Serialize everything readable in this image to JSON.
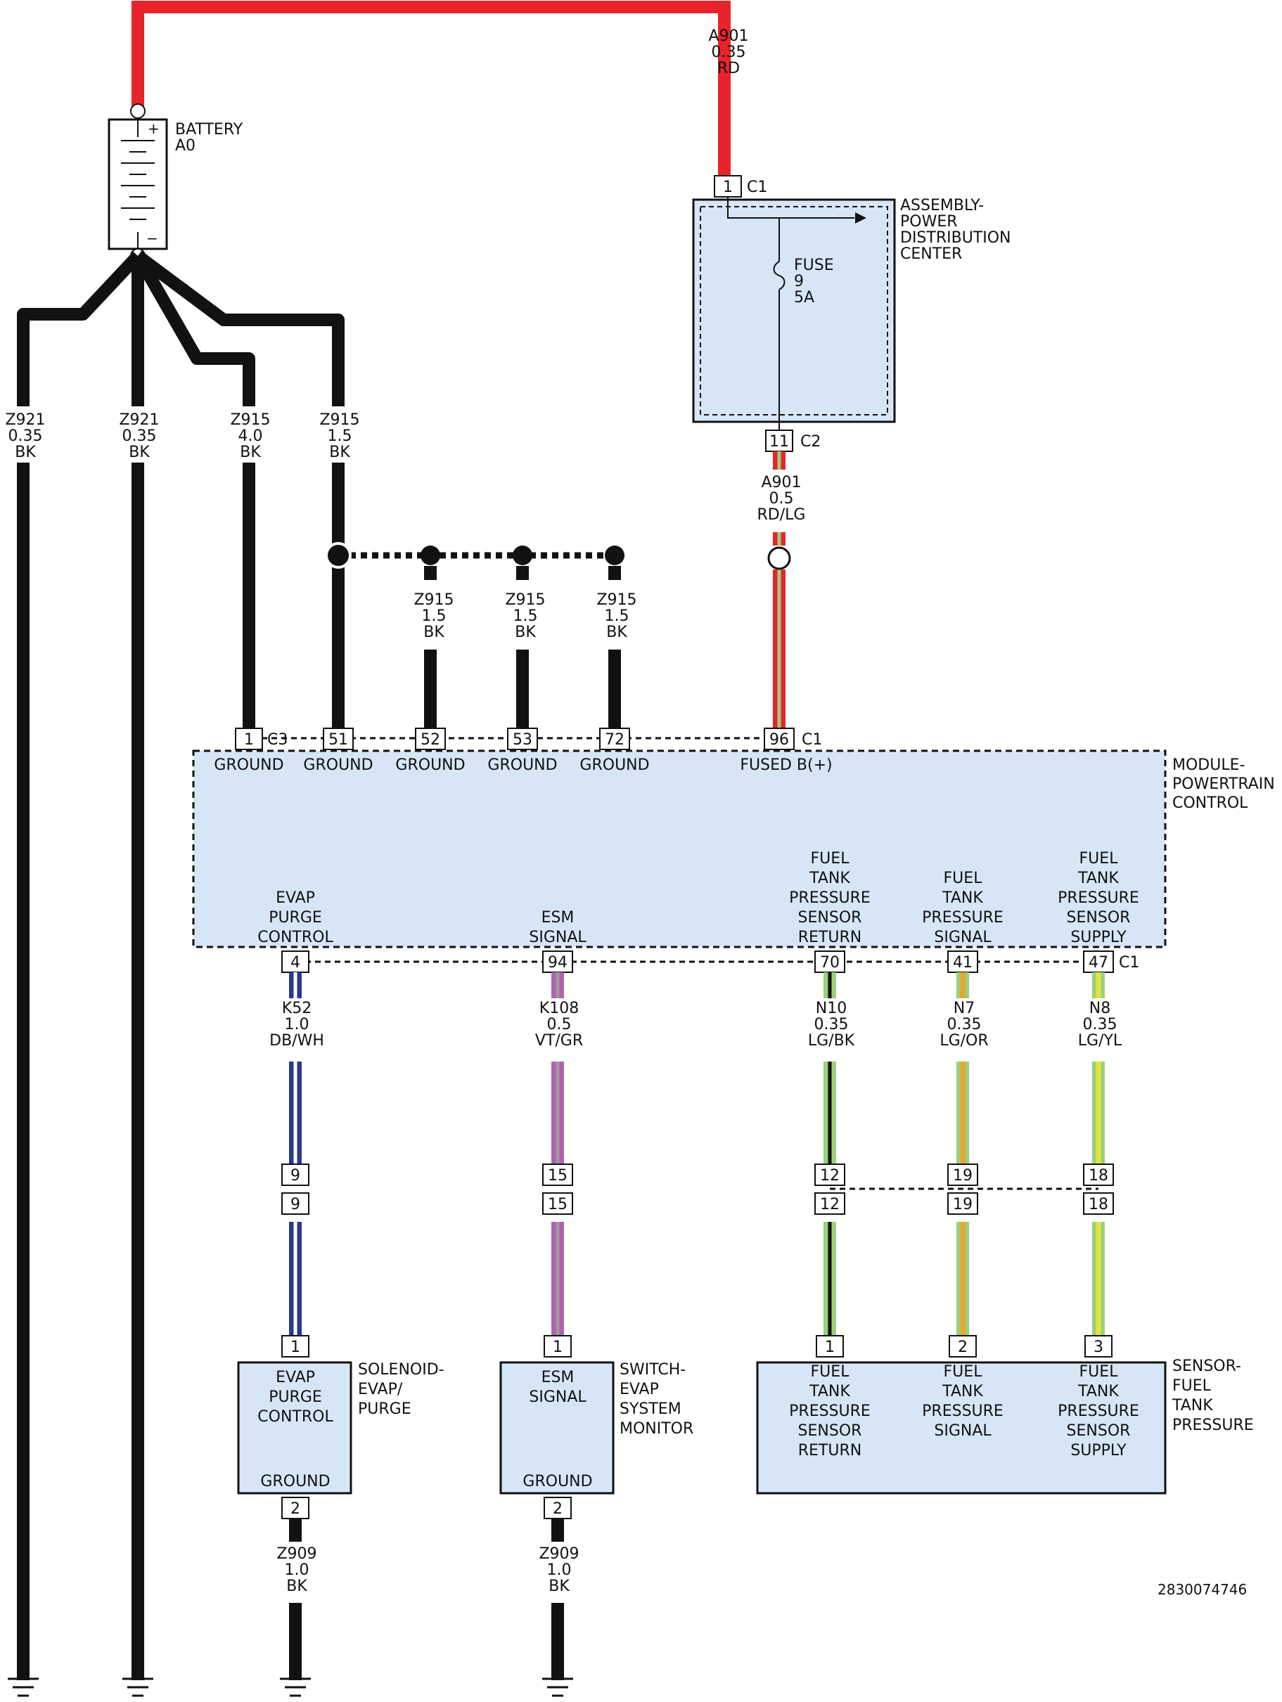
{
  "battery": {
    "name": "BATTERY",
    "id": "A0",
    "plus": "+",
    "minus": "−"
  },
  "top_wire": {
    "circuit": "A901",
    "gauge": "0.35",
    "color": "RD"
  },
  "pdc": {
    "name_lines": [
      "ASSEMBLY-",
      "POWER",
      "DISTRIBUTION",
      "CENTER"
    ],
    "fuse_lines": [
      "FUSE",
      "9",
      "5A"
    ],
    "in_pin": "1",
    "in_conn": "C1",
    "out_pin": "11",
    "out_conn": "C2"
  },
  "fused_wire": {
    "circuit": "A901",
    "gauge": "0.5",
    "color": "RD/LG"
  },
  "ground_wires": [
    {
      "circuit": "Z921",
      "gauge": "0.35",
      "color": "BK"
    },
    {
      "circuit": "Z921",
      "gauge": "0.35",
      "color": "BK"
    },
    {
      "circuit": "Z915",
      "gauge": "4.0",
      "color": "BK"
    },
    {
      "circuit": "Z915",
      "gauge": "1.5",
      "color": "BK"
    }
  ],
  "splice_wires": [
    {
      "circuit": "Z915",
      "gauge": "1.5",
      "color": "BK"
    },
    {
      "circuit": "Z915",
      "gauge": "1.5",
      "color": "BK"
    },
    {
      "circuit": "Z915",
      "gauge": "1.5",
      "color": "BK"
    }
  ],
  "pcm": {
    "name_lines": [
      "MODULE-",
      "POWERTRAIN",
      "CONTROL"
    ],
    "c3_label": "C3",
    "c1_label": "C1",
    "c1_bottom_label": "C1",
    "top_pins": [
      {
        "pin": "1",
        "label": "GROUND"
      },
      {
        "pin": "51",
        "label": "GROUND"
      },
      {
        "pin": "52",
        "label": "GROUND"
      },
      {
        "pin": "53",
        "label": "GROUND"
      },
      {
        "pin": "72",
        "label": "GROUND"
      },
      {
        "pin": "96",
        "label": "FUSED B(+)"
      }
    ],
    "bottom_pins": [
      {
        "pin": "4",
        "label_lines": [
          "EVAP",
          "PURGE",
          "CONTROL"
        ]
      },
      {
        "pin": "94",
        "label_lines": [
          "ESM",
          "SIGNAL"
        ]
      },
      {
        "pin": "70",
        "label_lines": [
          "FUEL",
          "TANK",
          "PRESSURE",
          "SENSOR",
          "RETURN"
        ]
      },
      {
        "pin": "41",
        "label_lines": [
          "FUEL",
          "TANK",
          "PRESSURE",
          "SIGNAL"
        ]
      },
      {
        "pin": "47",
        "label_lines": [
          "FUEL",
          "TANK",
          "PRESSURE",
          "SENSOR",
          "SUPPLY"
        ]
      }
    ]
  },
  "signal_wires": [
    {
      "circuit": "K52",
      "gauge": "1.0",
      "color": "DB/WH",
      "inline_pin": "9"
    },
    {
      "circuit": "K108",
      "gauge": "0.5",
      "color": "VT/GR",
      "inline_pin": "15"
    },
    {
      "circuit": "N10",
      "gauge": "0.35",
      "color": "LG/BK",
      "inline_pin": "12"
    },
    {
      "circuit": "N7",
      "gauge": "0.35",
      "color": "LG/OR",
      "inline_pin": "19"
    },
    {
      "circuit": "N8",
      "gauge": "0.35",
      "color": "LG/YL",
      "inline_pin": "18"
    }
  ],
  "solenoid": {
    "name_lines": [
      "SOLENOID-",
      "EVAP/",
      "PURGE"
    ],
    "func_lines": [
      "EVAP",
      "PURGE",
      "CONTROL"
    ],
    "ground_label": "GROUND",
    "pin_top": "1",
    "pin_bottom": "2"
  },
  "esm_switch": {
    "name_lines": [
      "SWITCH-",
      "EVAP",
      "SYSTEM",
      "MONITOR"
    ],
    "func_lines": [
      "ESM",
      "SIGNAL"
    ],
    "ground_label": "GROUND",
    "pin_top": "1",
    "pin_bottom": "2"
  },
  "sensor": {
    "name_lines": [
      "SENSOR-",
      "FUEL",
      "TANK",
      "PRESSURE"
    ],
    "pins": [
      {
        "pin": "1",
        "label_lines": [
          "FUEL",
          "TANK",
          "PRESSURE",
          "SENSOR",
          "RETURN"
        ]
      },
      {
        "pin": "2",
        "label_lines": [
          "FUEL",
          "TANK",
          "PRESSURE",
          "SIGNAL"
        ]
      },
      {
        "pin": "3",
        "label_lines": [
          "FUEL",
          "TANK",
          "PRESSURE",
          "SENSOR",
          "SUPPLY"
        ]
      }
    ]
  },
  "component_ground_wires": [
    {
      "circuit": "Z909",
      "gauge": "1.0",
      "color": "BK"
    },
    {
      "circuit": "Z909",
      "gauge": "1.0",
      "color": "BK"
    }
  ],
  "doc_number": "2830074746",
  "colors": {
    "RD": "#e8242a",
    "BK": "#111111",
    "DB": "#283a8f",
    "WH": "#ffffff",
    "VT": "#b262b0",
    "GR": "#9a9a9a",
    "LG": "#9ad07a",
    "OR": "#e7a630",
    "YL": "#e9e33a",
    "component_fill": "#d6e6f6"
  }
}
